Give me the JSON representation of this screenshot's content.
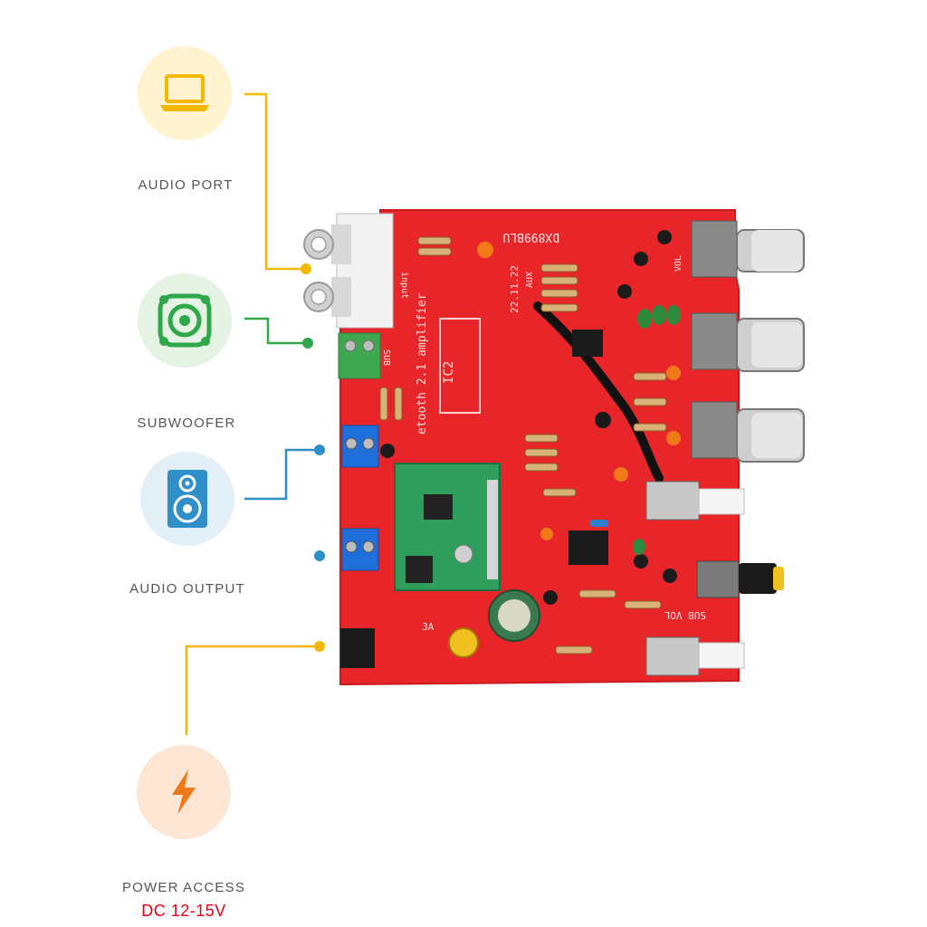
{
  "features": [
    {
      "key": "audio_port",
      "label": "AUDIO PORT",
      "icon": "laptop-icon",
      "color": "#f5b800",
      "bg": "#fff4cf"
    },
    {
      "key": "subwoofer",
      "label": "SUBWOOFER",
      "icon": "speaker-cone-icon",
      "color": "#2ea84a",
      "bg": "#e4f3e3"
    },
    {
      "key": "audio_output",
      "label": "AUDIO OUTPUT",
      "icon": "speaker-box-icon",
      "color": "#2f8fc8",
      "bg": "#e3eff7"
    },
    {
      "key": "power_access",
      "label": "POWER ACCESS",
      "sublabel": "DC 12-15V",
      "icon": "lightning-bolt-icon",
      "color": "#f07a1a",
      "bg": "#fde6d3"
    }
  ],
  "board": {
    "color": "#e8262a",
    "silkscreen": {
      "model": "DX899BLU",
      "title": "etooth 2.1 amplifier",
      "chip": "IC2",
      "date": "22.11.22",
      "input": "input",
      "sub": "SUB",
      "aux": "AUX",
      "vol": "VOL",
      "sub_vol": "SUB VOL",
      "current": "3A"
    }
  }
}
